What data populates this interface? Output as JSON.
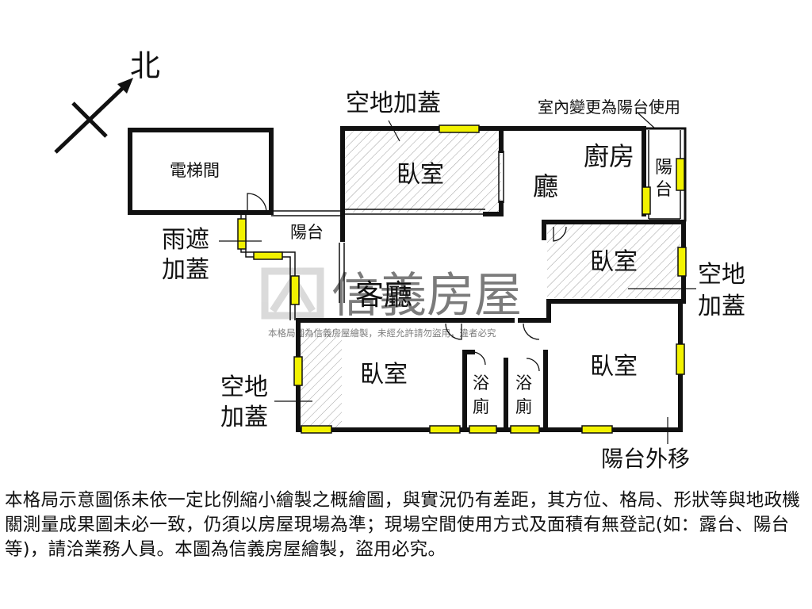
{
  "compass": {
    "label": "北"
  },
  "rooms": {
    "elevator": "電梯間",
    "bedroom_top": "臥室",
    "living": "廳",
    "kitchen": "廚房",
    "balcony_right": "陽台",
    "balcony_left": "陽台",
    "bedroom_right": "臥室",
    "guest_living": "客廳",
    "bedroom_bottom_left": "臥室",
    "bath_1": "浴廁",
    "bath_2": "浴廁",
    "bedroom_bottom_right": "臥室"
  },
  "annotations": {
    "empty_land_top": "空地加蓋",
    "indoor_change": "室內變更為陽台使用",
    "rain_cover_1": "雨遮",
    "rain_cover_2": "加蓋",
    "empty_land_right_1": "空地",
    "empty_land_right_2": "加蓋",
    "empty_land_left_1": "空地",
    "empty_land_left_2": "加蓋",
    "balcony_moved": "陽台外移"
  },
  "watermark": {
    "brand": "信義房屋",
    "note": "本格局圖為信義房屋繪製，未經允許請勿盜用，違者必究"
  },
  "disclaimer": "本格局示意圖係未依一定比例縮小繪製之概繪圖，與實況仍有差距，其方位、格局、形狀等與地政機關測量成果圖未必一致，仍須以房屋現場為準；現場空間使用方式及面積有無登記(如：露台、陽台等)，請洽業務人員。本圖為信義房屋繪製，盜用必究。",
  "colors": {
    "wall": "#111111",
    "window_fill": "#f2f200",
    "hatch": "#9a9a9a",
    "watermark": "#c8c8c8"
  }
}
